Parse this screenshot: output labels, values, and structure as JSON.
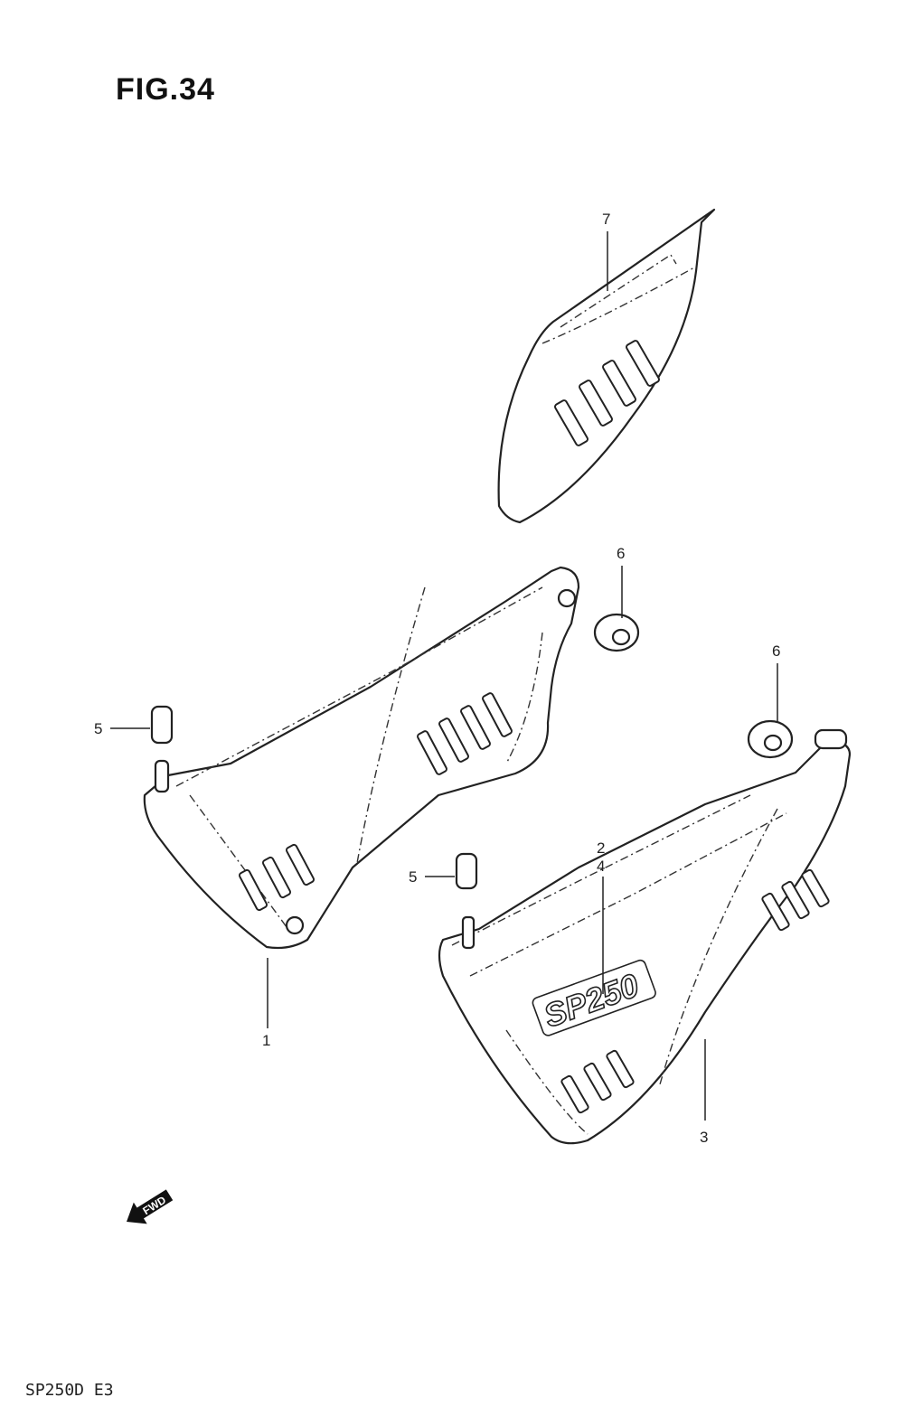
{
  "figure": {
    "title": "FIG.34"
  },
  "footer": {
    "model_code": "SP250D  E3"
  },
  "badge": {
    "text": "SP250"
  },
  "fwd_arrow": {
    "text": "FWD",
    "icon": "fwd-arrow-icon"
  },
  "callouts": {
    "c1": "1",
    "c2": "2",
    "c3": "3",
    "c4": "4",
    "c5a": "5",
    "c5b": "5",
    "c6a": "6",
    "c6b": "6",
    "c7": "7"
  }
}
